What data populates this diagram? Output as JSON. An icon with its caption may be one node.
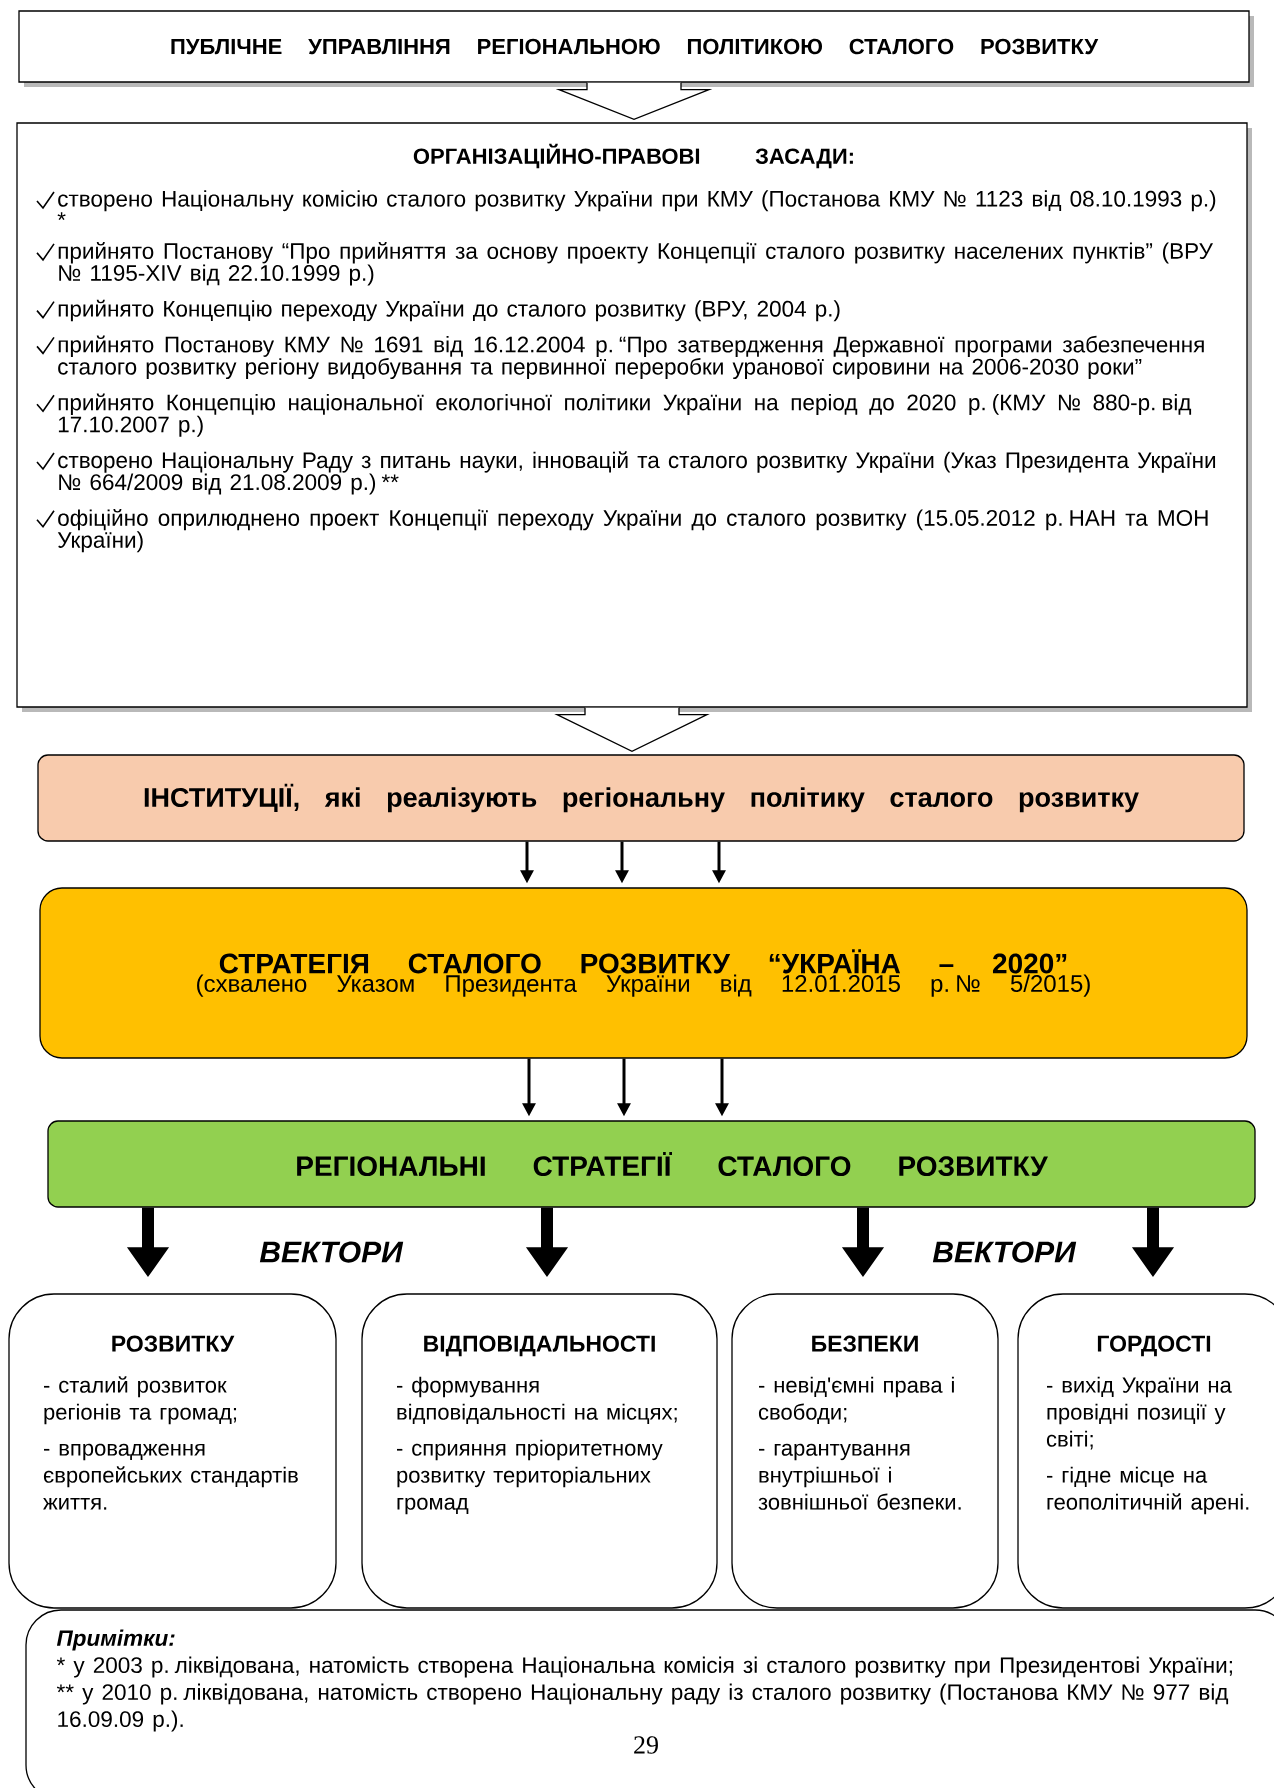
{
  "diagram": {
    "nodes": [
      {
        "text": [
          "ПУБЛІЧНЕ УПРАВЛІННЯ РЕГІОНАЛЬНОЮ ПОЛІТИКОЮ СТАЛОГО РОЗВИТКУ"
        ]
      },
      {
        "text": [
          "ОРГАНІЗАЦІЙНО-ПРАВОВІ ЗАСАДИ:",
          "створено Національну комісію сталого розвитку України при КМУ (Постанова КМУ № 1123 від 08.10.1993 р.) *",
          "прийнято Постанову “Про прийняття за основу проекту Концепції сталого розвитку населених пунктів” (ВРУ № 1195-XIV від 22.10.1999 р.)",
          "прийнято Концепцію переходу України до сталого розвитку (ВРУ, 2004 р.)",
          "прийнято Постанову КМУ № 1691 від 16.12.2004 р. “Про затвердження Державної програми забезпечення сталого розвитку регіону видобування та первинної переробки уранової сировини на 2006-2030 роки”",
          "прийнято Концепцію національної екологічної політики України на період до 2020 р. (КМУ № 880-р. від 17.10.2007 р.)",
          "створено Національну Раду з питань науки, інновацій та сталого розвитку України (Указ Президента України № 664/2009 від 21.08.2009 р.) **",
          "офіційно оприлюднено проект Концепції переходу України до сталого розвитку (15.05.2012 р. НАН та МОН України)"
        ]
      },
      {
        "text": [
          "ІНСТИТУЦІЇ, які реалізують регіональну політику сталого розвитку"
        ]
      },
      {
        "text": [
          "СТРАТЕГІЯ СТАЛОГО РОЗВИТКУ “УКРАЇНА – 2020”",
          "(схвалено Указом Президента України від 12.01.2015 р. № 5/2015)"
        ]
      },
      {
        "text": [
          "РЕГІОНАЛЬНІ СТРАТЕГІЇ СТАЛОГО РОЗВИТКУ"
        ]
      },
      {
        "text": [
          "РОЗВИТКУ",
          "- сталий розвиток регіонів та громад;",
          "- впровадження європейських стандартів життя."
        ]
      },
      {
        "text": [
          "ВІДПОВІДАЛЬНОСТІ",
          "- формування відповідальності на місцях;",
          "- сприяння пріоритетному розвитку територіальних громад"
        ]
      },
      {
        "text": [
          "БЕЗПЕКИ",
          "- невід'ємні права і свободи;",
          "- гарантування внутрішньої і зовнішньої безпеки."
        ]
      },
      {
        "text": [
          "ГОРДОСТІ",
          "- вихід України на провідні позиції у світі;",
          "- гідне місце на геополітичній арені."
        ]
      },
      {
        "text": [
          "Примітки:",
          "* у 2003 р. ліквідована, натомість створена Національна комісія зі сталого розвитку при Президентові України;",
          "** у 2010 р. ліквідована, натомість створено Національну раду із сталого розвитку (Постанова КМУ № 977 від 16.09.09 р.)."
        ]
      }
    ],
    "edges": [
      {
        "from": 0,
        "to": 1,
        "arrow": "to"
      },
      {
        "from": 1,
        "to": 2,
        "arrow": "to"
      },
      {
        "from": 2,
        "to": 3,
        "arrow": "to"
      },
      {
        "from": 2,
        "to": 3,
        "arrow": "to"
      },
      {
        "from": 2,
        "to": 3,
        "arrow": "to"
      },
      {
        "from": 3,
        "to": 4,
        "arrow": "to"
      },
      {
        "from": 3,
        "to": 4,
        "arrow": "to"
      },
      {
        "from": 3,
        "to": 4,
        "arrow": "to"
      },
      {
        "from": 4,
        "to": 5,
        "arrow": "to",
        "style": "thick"
      },
      {
        "from": 4,
        "to": 6,
        "arrow": "to",
        "style": "thick"
      },
      {
        "from": 4,
        "to": 7,
        "arrow": "to",
        "style": "thick"
      },
      {
        "from": 4,
        "to": 8,
        "arrow": "to",
        "style": "thick"
      }
    ],
    "labels": [
      "ВЕКТОРИ",
      "ВЕКТОРИ",
      "29"
    ]
  }
}
